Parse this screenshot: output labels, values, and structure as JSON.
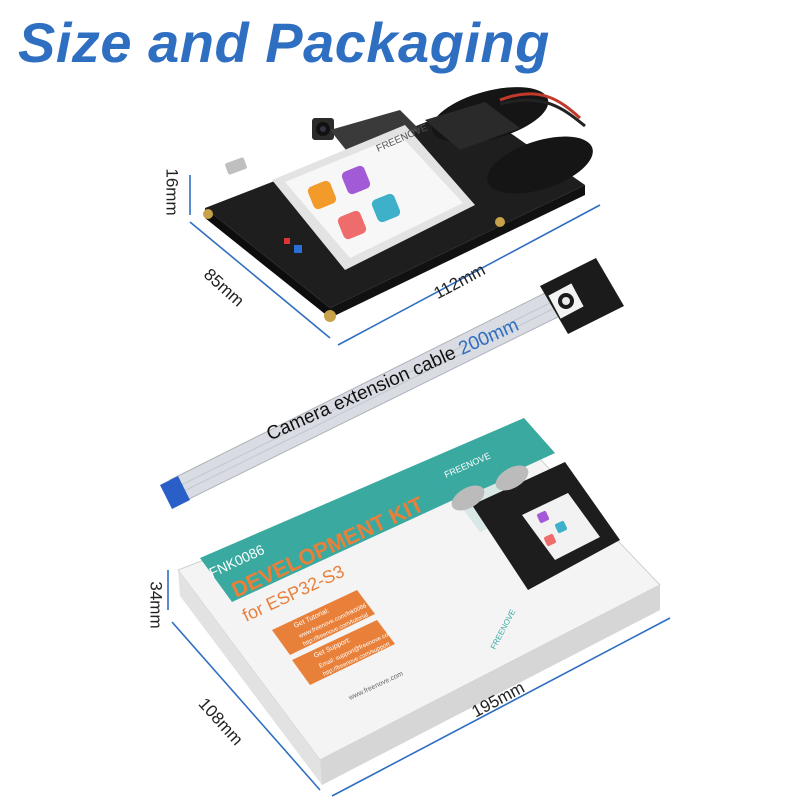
{
  "title": "Size and Packaging",
  "board": {
    "brand": "FREENOVE",
    "dims": {
      "height": "16mm",
      "depth": "85mm",
      "width": "112mm"
    }
  },
  "cable": {
    "label": "Camera extension cable",
    "length": "200mm"
  },
  "box": {
    "brand": "FREENOVE",
    "model": "FNK0086",
    "product": "DEVELOPMENT KIT",
    "subtitle": "for ESP32-S3",
    "tutorial_heading": "Get Tutorial:",
    "tutorial_url1": "www.freenove.com/fnk0086",
    "tutorial_url2": "http://freenove.com/tutorial",
    "support_heading": "Get Support:",
    "support_email": "Email: support@freenove.com",
    "support_url": "http://freenove.com/support",
    "site": "www.freenove.com",
    "dims": {
      "height": "34mm",
      "depth": "108mm",
      "width": "195mm"
    }
  },
  "colors": {
    "title": "#2f6fc1",
    "box_teal": "#3aa9a0",
    "box_orange": "#e8803a",
    "cable_blue": "#2a5fc7"
  }
}
